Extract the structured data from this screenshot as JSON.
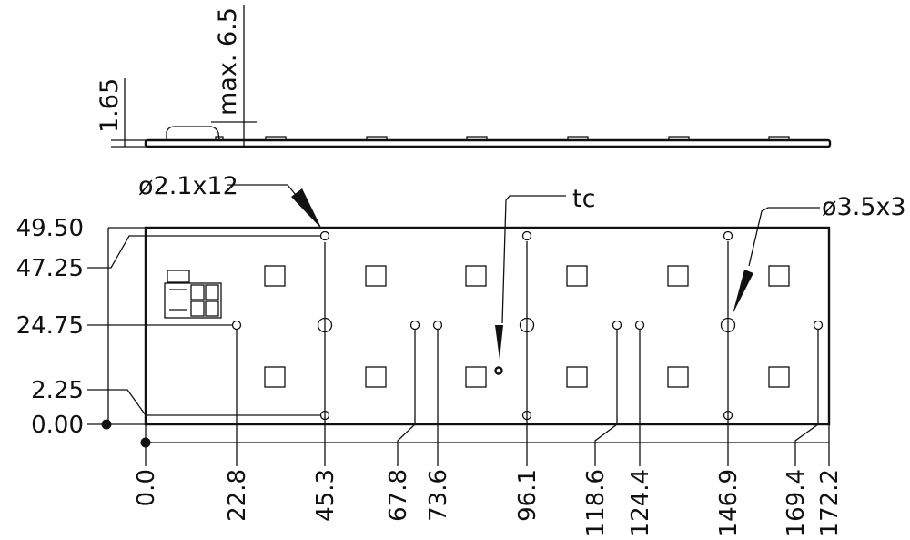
{
  "side_view": {
    "thickness_label": "1.65",
    "max_height_label": "max. 6.5"
  },
  "callouts": {
    "small_holes": "ø2.1x12",
    "test_point": "tc",
    "large_holes": "ø3.5x3"
  },
  "y_dimensions": [
    "49.50",
    "47.25",
    "24.75",
    "2.25",
    "0.00"
  ],
  "x_dimensions": [
    "0.0",
    "22.8",
    "45.3",
    "67.8",
    "73.6",
    "96.1",
    "118.6",
    "124.4",
    "146.9",
    "169.4",
    "172.2"
  ]
}
